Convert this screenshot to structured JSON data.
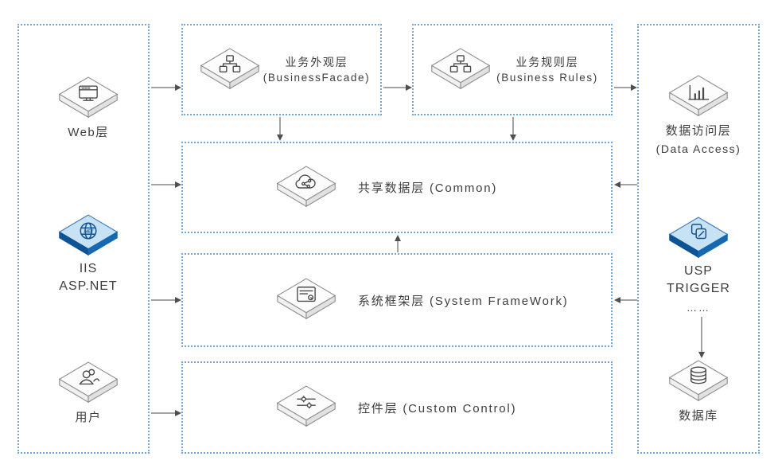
{
  "left_column": {
    "web_label": "Web层",
    "iis_label_1": "IIS",
    "iis_label_2": "ASP.NET",
    "user_label": "用户"
  },
  "layers": {
    "facade_cn": "业务外观层",
    "facade_en": "(BusinessFacade)",
    "rules_cn": "业务规则层",
    "rules_en": "(Business Rules)",
    "common_label": "共享数据层 (Common)",
    "framework_label": "系统框架层 (System FrameWork)",
    "control_label": "控件层 (Custom Control)"
  },
  "right_column": {
    "data_access_cn": "数据访问层",
    "data_access_en": "(Data Access)",
    "usp_label_1": "USP",
    "usp_label_2": "TRIGGER",
    "usp_label_3": "……",
    "database_label": "数据库"
  },
  "icons": {
    "web_layer": "browser-window-icon",
    "business_facade": "sitemap-hierarchy-icon",
    "business_rules": "sitemap-hierarchy-icon",
    "data_access": "bar-chart-icon",
    "common": "cloud-share-icon",
    "framework": "form-document-icon",
    "control": "sliders-icon",
    "iis": "dotnet-globe-icon",
    "usp": "script-pages-icon",
    "user": "people-icon",
    "database": "database-cylinder-icon"
  },
  "colors": {
    "box_border": "#6FA7DB",
    "text": "#3D3D3D",
    "arrow_shaft": "#A3A3A3",
    "arrow_head": "#4F4F4F",
    "platform_top": "#FCFCFC",
    "platform_side_left": "#F0F0F0",
    "platform_side_right": "#E1E1E1",
    "blue_platform_top": "#C7E1F5",
    "blue_platform_left": "#0D5396",
    "blue_platform_right": "#1669B0",
    "background": "#FFFFFF"
  }
}
